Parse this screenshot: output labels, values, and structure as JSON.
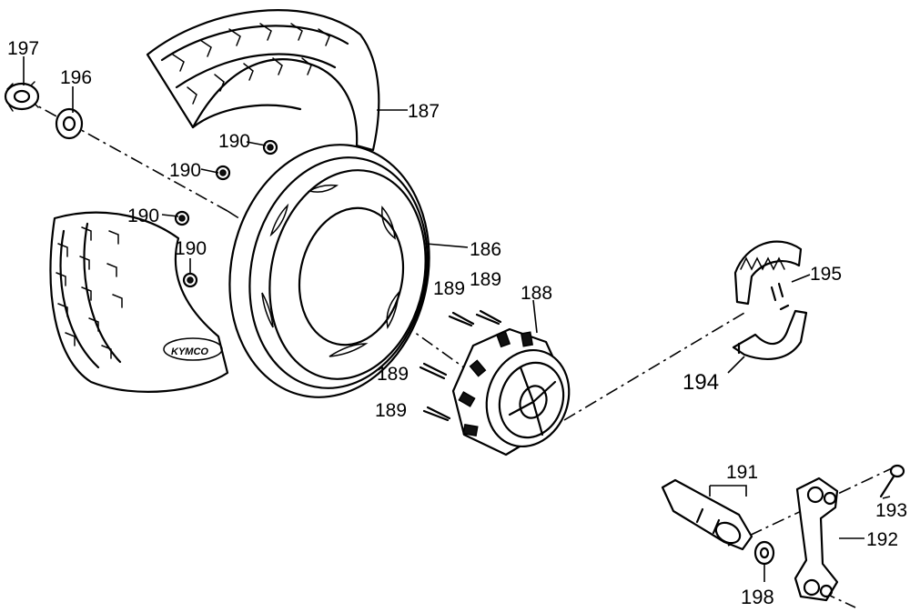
{
  "diagram": {
    "labels": {
      "p186": "186",
      "p187": "187",
      "p188": "188",
      "p189a": "189",
      "p189b": "189",
      "p189c": "189",
      "p189d": "189",
      "p190a": "190",
      "p190b": "190",
      "p190c": "190",
      "p190d": "190",
      "p191": "191",
      "p192": "192",
      "p193": "193",
      "p194": "194",
      "p195": "195",
      "p196": "196",
      "p197": "197",
      "p198": "198"
    },
    "tire_brand": "KYMCO"
  }
}
